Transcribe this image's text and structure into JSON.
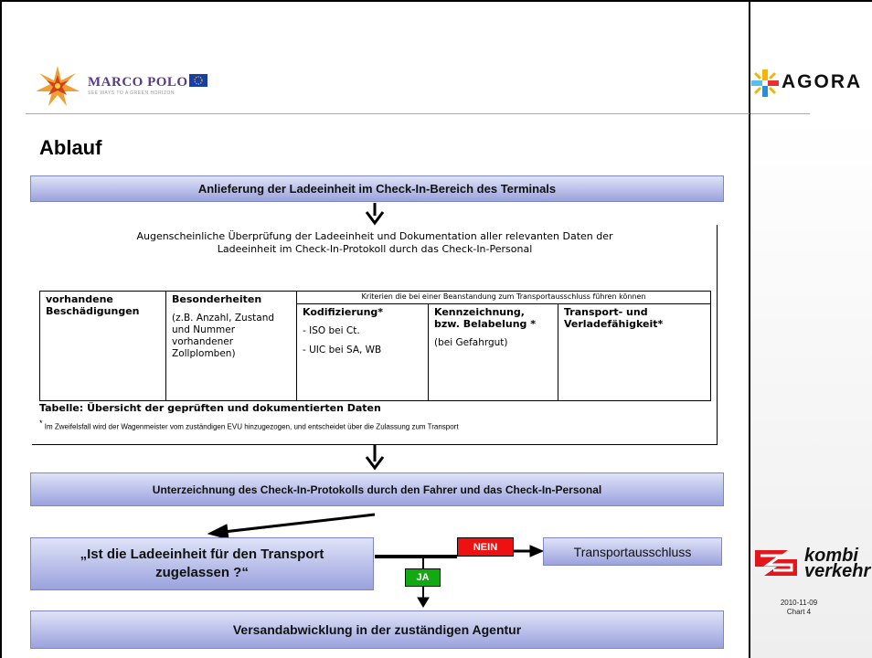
{
  "header": {
    "marco_polo_logo_text": "MARCO POLO",
    "marco_polo_tagline": "SEE WAYS TO A GREEN HORIZON",
    "agora_logo_text": "AGORA"
  },
  "slide": {
    "title": "Ablauf",
    "step_1": "Anlieferung der Ladeeinheit im Check-In-Bereich des Terminals",
    "inspection_line_1": "Augenscheinliche Überprüfung der Ladeeinheit und Dokumentation aller relevanten Daten der",
    "inspection_line_2": "Ladeeinheit im Check-In-Protokoll durch das Check-In-Personal",
    "table": {
      "col_damages_label": "vorhandene Beschädigungen",
      "col_features_label": "Besonderheiten",
      "col_features_detail": "(z.B. Anzahl, Zustand und Nummer vorhandener Zollplomben)",
      "criteria_header": "Kriterien die bei einer Beanstandung zum Transportausschluss führen können",
      "col_coding_label": "Kodifizierung*",
      "col_coding_item_1": "- ISO bei Ct.",
      "col_coding_item_2": "- UIC bei SA, WB",
      "col_labeling_label": "Kennzeichnung, bzw. Belabelung *",
      "col_labeling_detail": "(bei Gefahrgut)",
      "col_transport_label": "Transport- und Verladefähigkeit*"
    },
    "table_caption": "Tabelle: Übersicht der geprüften und dokumentierten Daten",
    "footnote_marker": "*",
    "footnote": "Im Zweifelsfall wird der Wagenmeister vom zuständigen EVU hinzugezogen, und entscheidet über die Zulassung zum Transport",
    "step_2": "Unterzeichnung des Check-In-Protokolls durch den Fahrer und das Check-In-Personal",
    "decision_line_1": "„Ist die Ladeeinheit für den Transport",
    "decision_line_2": "zugelassen ?“",
    "no_label": "NEIN",
    "yes_label": "JA",
    "exclusion": "Transportausschluss",
    "step_3": "Versandabwicklung in der zuständigen Agentur"
  },
  "sidebar": {
    "kombi_line_1": "kombi",
    "kombi_line_2": "verkehr",
    "date": "2010-11-09",
    "chart_label": "Chart 4"
  },
  "colors": {
    "box_gradient_top": "#dfe3f7",
    "box_gradient_bottom": "#9aa2dd",
    "no_badge": "#e11111",
    "yes_badge": "#11aa11"
  }
}
